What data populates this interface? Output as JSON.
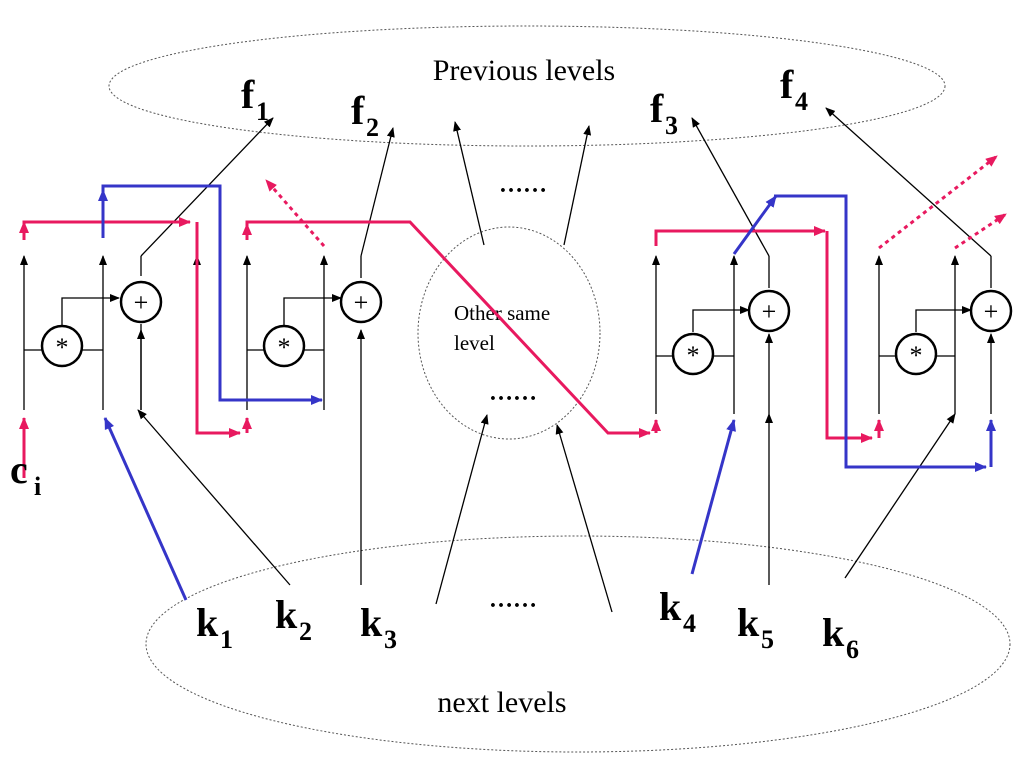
{
  "regions": {
    "previous": "Previous levels",
    "next": "next levels",
    "same_line1": "Other same",
    "same_line2": "level"
  },
  "ellipsis": {
    "top": "……",
    "middle": "……",
    "bottom": "……"
  },
  "operators": {
    "add": "+",
    "multiply": "*"
  },
  "labels": {
    "c": {
      "base": "c",
      "sub": "i"
    },
    "f": [
      {
        "base": "f",
        "sub": "1"
      },
      {
        "base": "f",
        "sub": "2"
      },
      {
        "base": "f",
        "sub": "3"
      },
      {
        "base": "f",
        "sub": "4"
      }
    ],
    "k": [
      {
        "base": "k",
        "sub": "1"
      },
      {
        "base": "k",
        "sub": "2"
      },
      {
        "base": "k",
        "sub": "3"
      },
      {
        "base": "k",
        "sub": "4"
      },
      {
        "base": "k",
        "sub": "5"
      },
      {
        "base": "k",
        "sub": "6"
      }
    ]
  },
  "colors": {
    "line": "#000000",
    "carry_path": "#e8195f",
    "key_path": "#3535c8"
  }
}
